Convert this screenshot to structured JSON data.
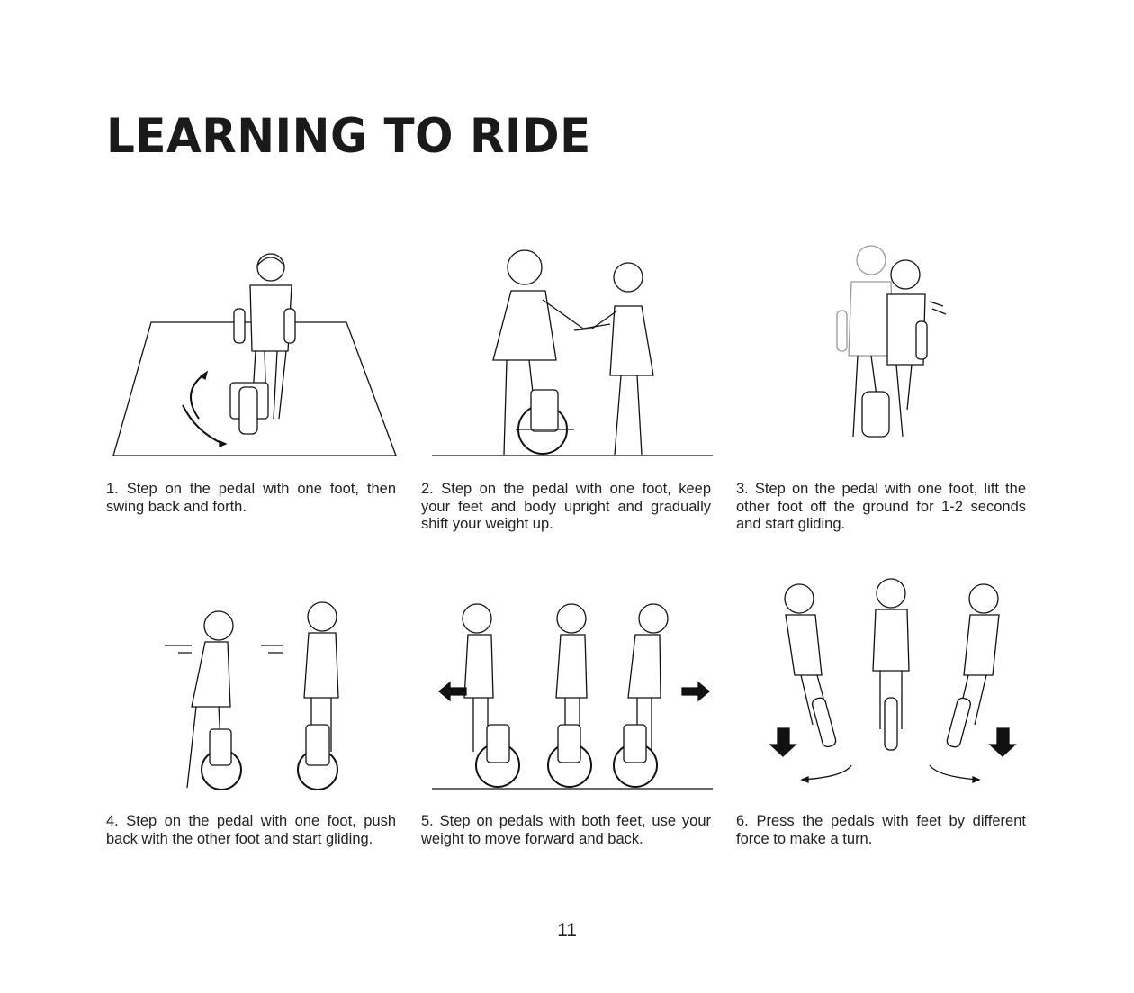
{
  "title": "LEARNING TO RIDE",
  "steps": [
    {
      "caption": "1. Step on the pedal with one foot, then swing back and forth."
    },
    {
      "caption": "2. Step on the pedal with one foot, keep your feet and body upright and gradually shift your weight up."
    },
    {
      "caption": "3. Step on the pedal with one foot, lift the other foot off the ground for 1-2 seconds and start gliding."
    },
    {
      "caption": "4. Step on the pedal with one foot, push back with the other foot and start gliding."
    },
    {
      "caption": "5. Step on pedals with both feet, use your weight to move forward and back."
    },
    {
      "caption": "6. Press the pedals with feet by different force to make a turn."
    }
  ],
  "page_number": "11"
}
